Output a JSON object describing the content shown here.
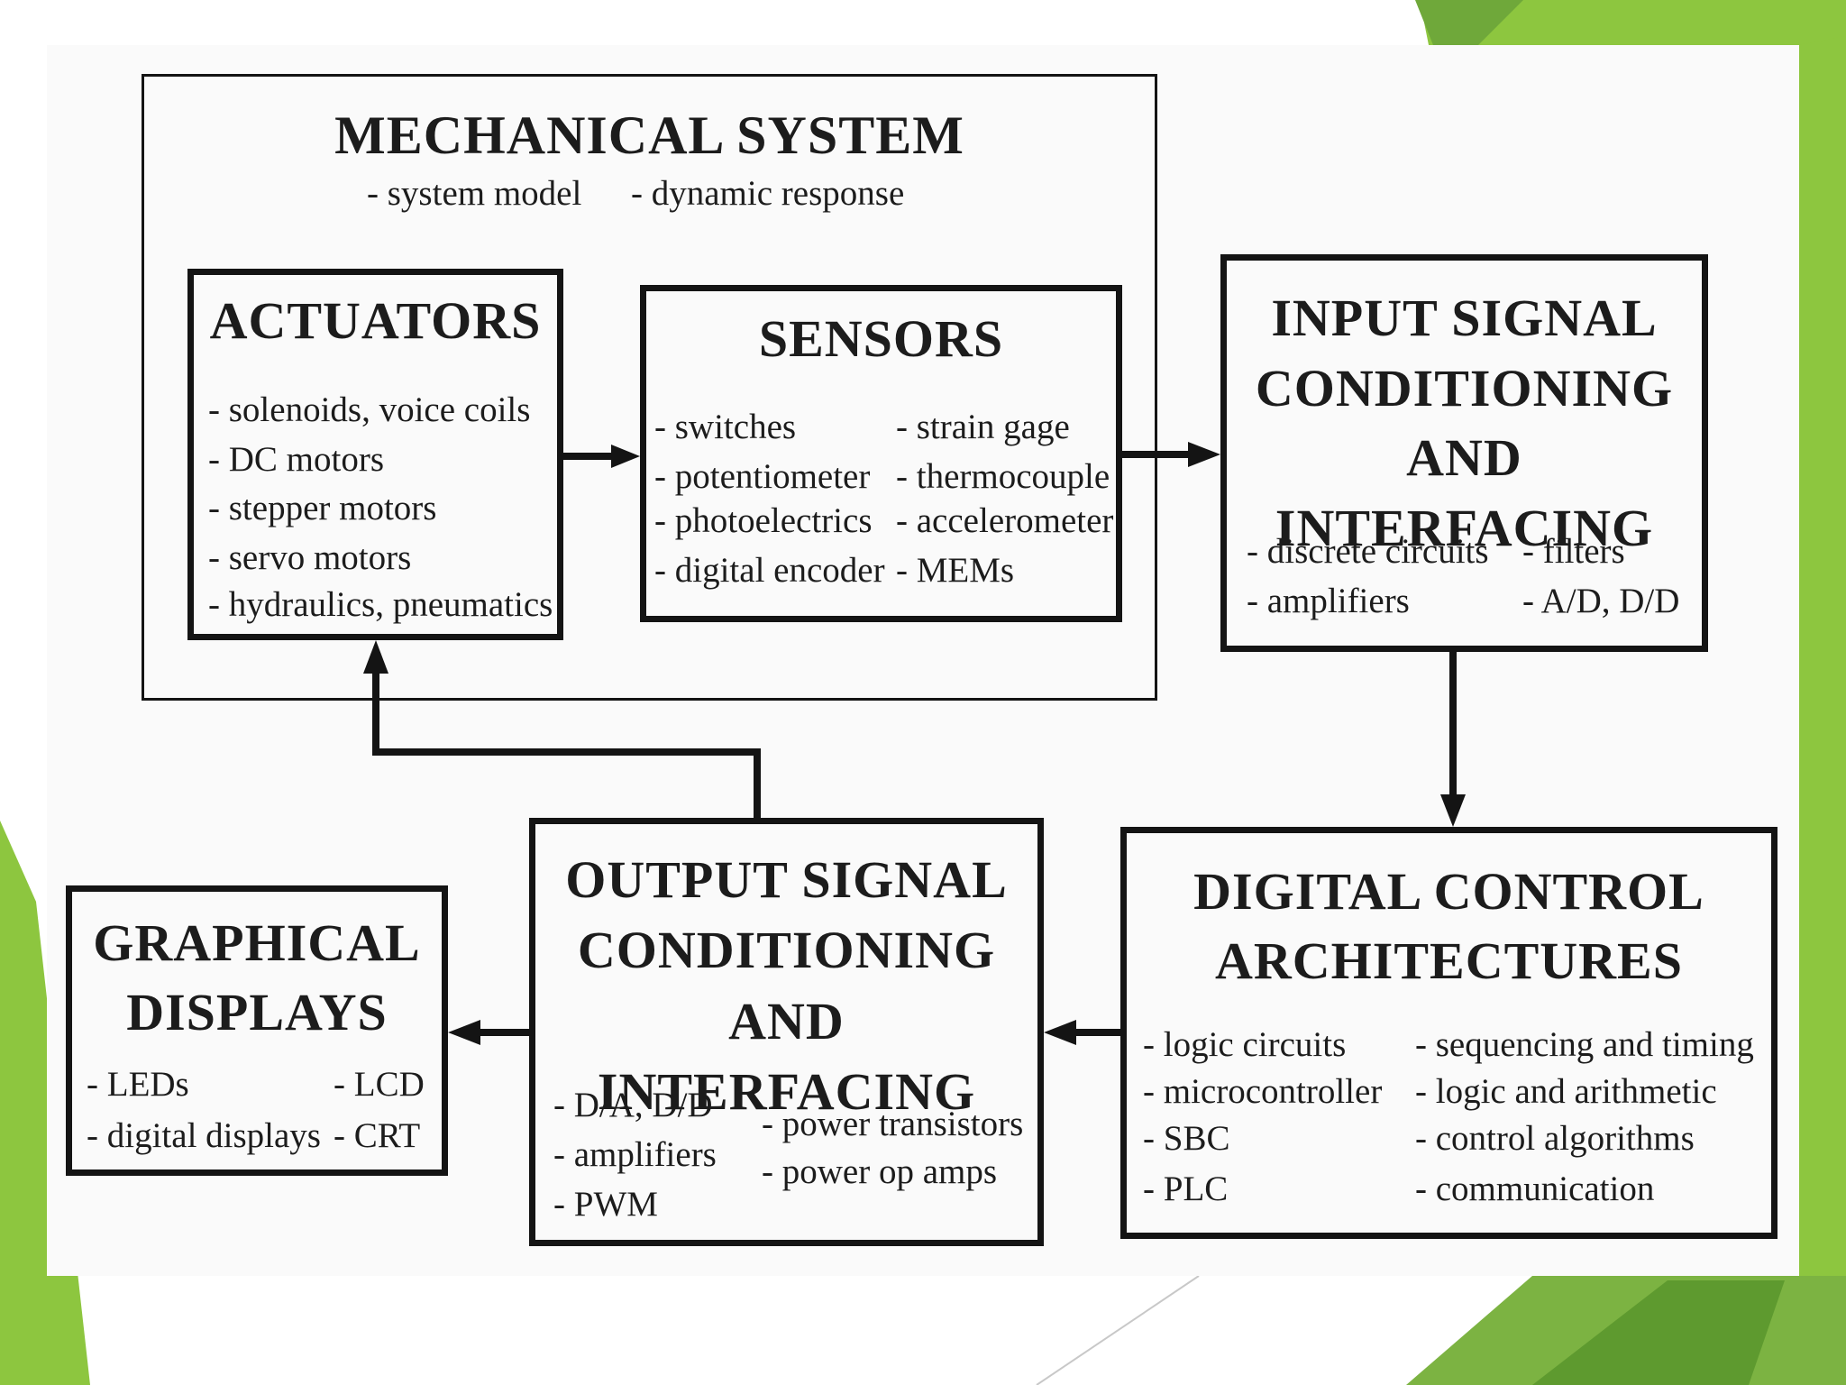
{
  "theme": {
    "accent_green": "#8dc63f",
    "dark_green": "#5e9a2f",
    "box_border": "#141414"
  },
  "mechanical_system": {
    "title": "MECHANICAL SYSTEM",
    "items": [
      "system model",
      "dynamic response"
    ]
  },
  "actuators": {
    "title": "ACTUATORS",
    "items": [
      "solenoids, voice coils",
      "DC motors",
      "stepper motors",
      "servo motors",
      "hydraulics, pneumatics"
    ]
  },
  "sensors": {
    "title": "SENSORS",
    "left_items": [
      "switches",
      "potentiometer",
      "photoelectrics",
      "digital encoder"
    ],
    "right_items": [
      "strain gage",
      "thermocouple",
      "accelerometer",
      "MEMs"
    ]
  },
  "input_signal": {
    "title_lines": [
      "INPUT SIGNAL",
      "CONDITIONING",
      "AND INTERFACING"
    ],
    "left_items": [
      "discrete circuits",
      "amplifiers"
    ],
    "right_items": [
      "filters",
      "A/D, D/D"
    ]
  },
  "digital_control": {
    "title_lines": [
      "DIGITAL CONTROL",
      "ARCHITECTURES"
    ],
    "left_items": [
      "logic circuits",
      "microcontroller",
      "SBC",
      "PLC"
    ],
    "right_items": [
      "sequencing and timing",
      "logic and arithmetic",
      "control algorithms",
      "communication"
    ]
  },
  "output_signal": {
    "title_lines": [
      "OUTPUT SIGNAL",
      "CONDITIONING",
      "AND INTERFACING"
    ],
    "left_items": [
      "D/A, D/D",
      "amplifiers",
      "PWM"
    ],
    "right_items": [
      "power transistors",
      "power op amps"
    ]
  },
  "graphical_displays": {
    "title_lines": [
      "GRAPHICAL",
      "DISPLAYS"
    ],
    "left_items": [
      "LEDs",
      "digital displays"
    ],
    "right_items": [
      "LCD",
      "CRT"
    ]
  }
}
